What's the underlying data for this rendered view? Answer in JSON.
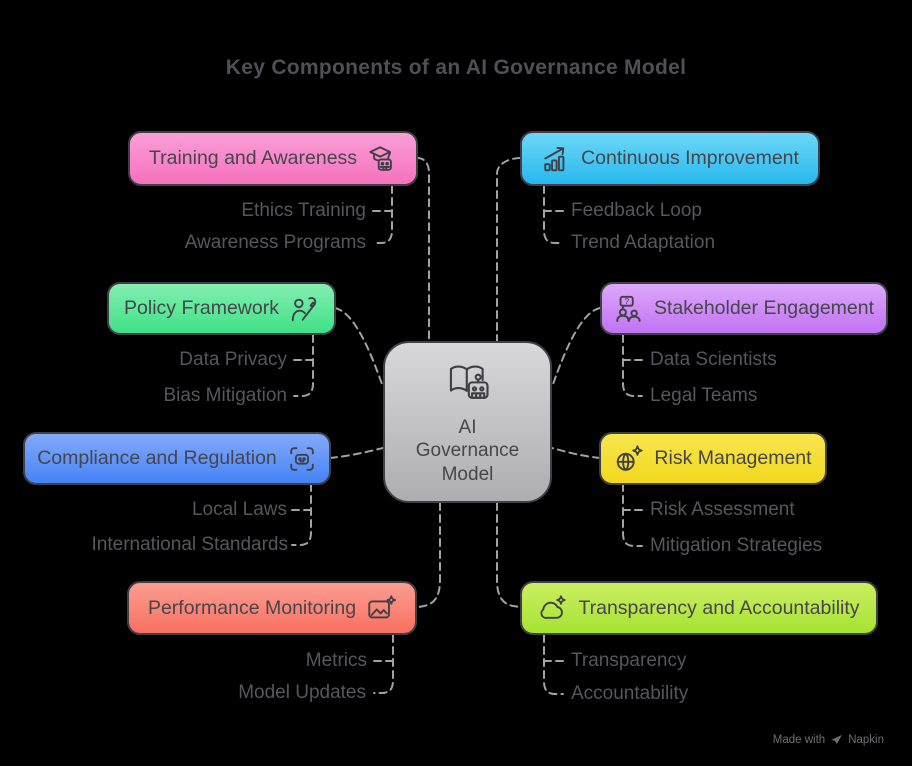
{
  "title": "Key Components of an AI Governance Model",
  "center": {
    "label": "AI Governance Model",
    "lines": [
      "AI",
      "Governance",
      "Model"
    ],
    "icon": "book-robot-icon",
    "colors": {
      "top": "#D8D8DA",
      "bottom": "#AEAEB2"
    }
  },
  "branches": [
    {
      "label": "Training and Awareness",
      "icon": "graduation-robot-icon",
      "side": "left",
      "colors": {
        "top": "#FA9FD6",
        "bottom": "#F671BE"
      },
      "children": [
        "Ethics Training",
        "Awareness Programs"
      ]
    },
    {
      "label": "Continuous Improvement",
      "icon": "bar-chart-growth-icon",
      "side": "right",
      "colors": {
        "top": "#6ED7F6",
        "bottom": "#27B8EE"
      },
      "children": [
        "Feedback Loop",
        "Trend Adaptation"
      ]
    },
    {
      "label": "Policy Framework",
      "icon": "person-signing-icon",
      "side": "left",
      "colors": {
        "top": "#83EFB2",
        "bottom": "#40E086"
      },
      "children": [
        "Data Privacy",
        "Bias Mitigation"
      ]
    },
    {
      "label": "Stakeholder Engagement",
      "icon": "people-question-icon",
      "side": "right",
      "colors": {
        "top": "#DCA8FA",
        "bottom": "#C272F3"
      },
      "children": [
        "Data Scientists",
        "Legal Teams"
      ]
    },
    {
      "label": "Compliance and Regulation",
      "icon": "robot-scan-icon",
      "side": "left",
      "colors": {
        "top": "#83A9F8",
        "bottom": "#4583F7"
      },
      "children": [
        "Local Laws",
        "International Standards"
      ]
    },
    {
      "label": "Risk Management",
      "icon": "globe-sparkle-icon",
      "side": "right",
      "colors": {
        "top": "#F8E64E",
        "bottom": "#F2D81E"
      },
      "children": [
        "Risk Assessment",
        "Mitigation Strategies"
      ]
    },
    {
      "label": "Performance Monitoring",
      "icon": "image-sparkle-icon",
      "side": "left",
      "colors": {
        "top": "#FB9D92",
        "bottom": "#F87060"
      },
      "children": [
        "Metrics",
        "Model Updates"
      ]
    },
    {
      "label": "Transparency and Accountability",
      "icon": "cloud-sparkle-icon",
      "side": "right",
      "colors": {
        "top": "#CBEE63",
        "bottom": "#A6E331"
      },
      "children": [
        "Transparency",
        "Accountability"
      ]
    }
  ],
  "watermark": {
    "prefix": "Made with",
    "brand": "Napkin"
  },
  "styles": {
    "background": "#000000",
    "title_color": "#4F4F55",
    "node_text": "#45454B",
    "sub_text": "#56565C",
    "border": "#3F3F46",
    "connector": "#A2A2A7"
  }
}
